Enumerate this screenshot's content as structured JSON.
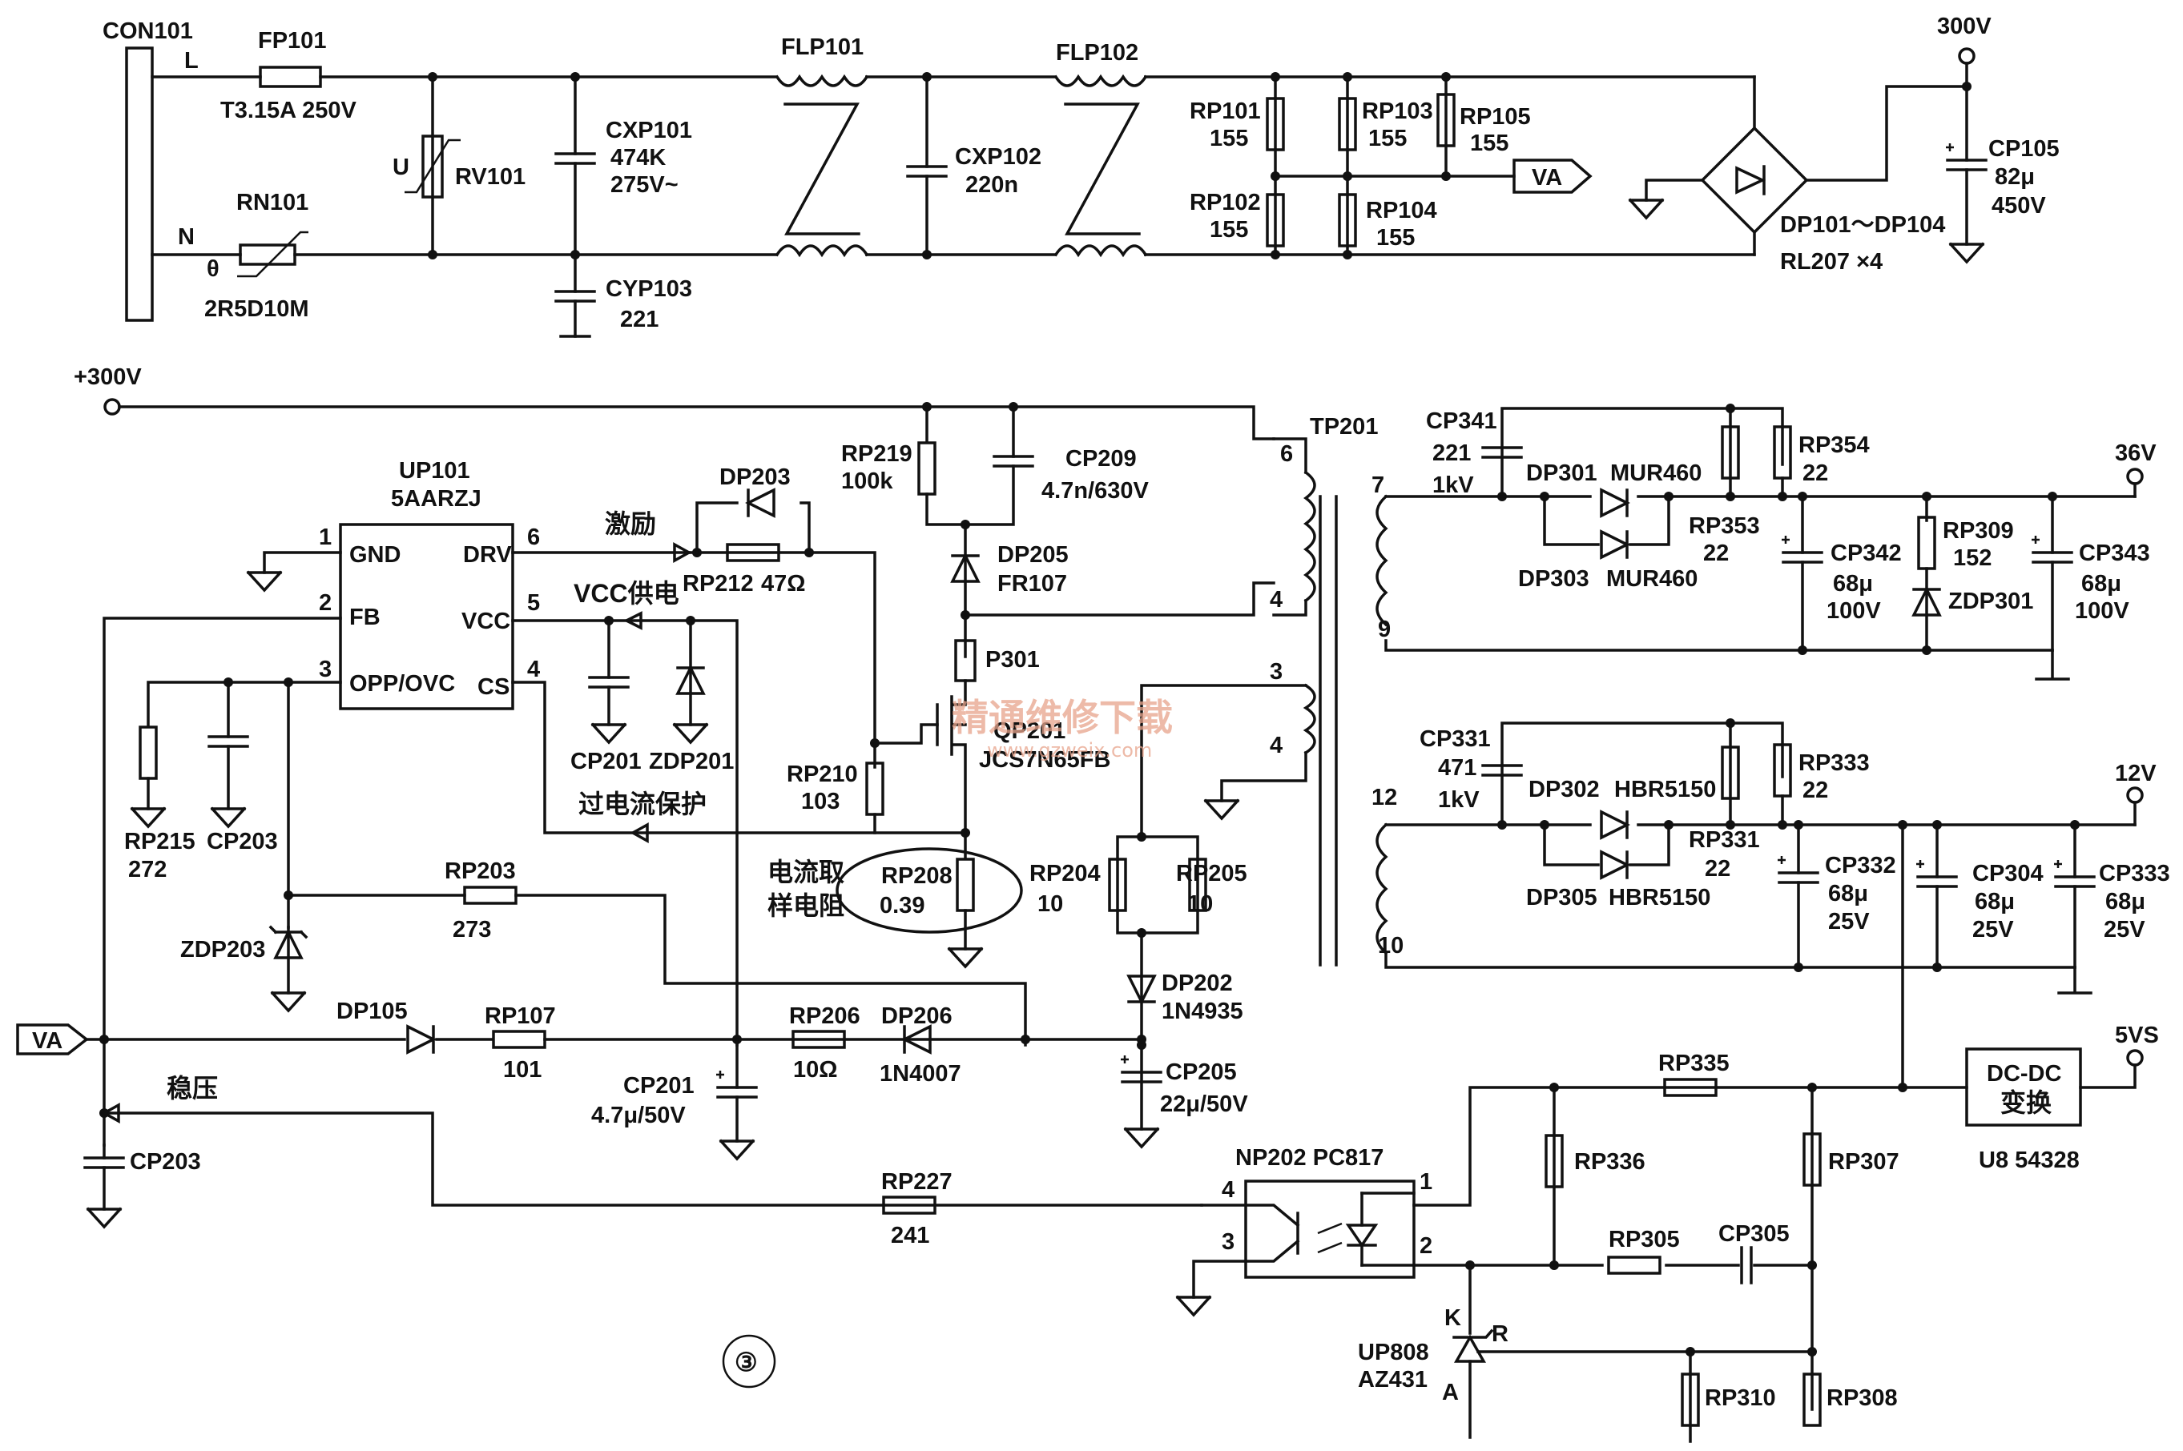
{
  "input": {
    "connector": "CON101",
    "line": "L",
    "neutral": "N",
    "fuse": "FP101",
    "fuse_rating": "T3.15A 250V",
    "ntc": "RN101",
    "ntc_symbol": "θ",
    "ntc_value": "2R5D10M",
    "varistor": "RV101",
    "varistor_symbol": "U",
    "cx1": "CXP101",
    "cx1_v1": "474K",
    "cx1_v2": "275V~",
    "cy": "CYP103",
    "cy_v": "221",
    "flp1": "FLP101",
    "flp2": "FLP102",
    "cx2": "CXP102",
    "cx2_v": "220n",
    "rp101": "RP101",
    "rp101_v": "155",
    "rp102": "RP102",
    "rp102_v": "155",
    "rp103": "RP103",
    "rp103_v": "155",
    "rp104": "RP104",
    "rp104_v": "155",
    "rp105": "RP105",
    "rp105_v": "155",
    "va": "VA",
    "bridge": "DP101～DP104",
    "bridge_v": "RL207 ×4",
    "hv": "300V",
    "cp105": "CP105",
    "cp105_v1": "82μ",
    "cp105_v2": "450V"
  },
  "primary": {
    "hv": "+300V",
    "ic": "UP101",
    "ic_type": "5AARZJ",
    "pins": {
      "p1": "1",
      "p2": "2",
      "p3": "3",
      "p4": "4",
      "p5": "5",
      "p6": "6"
    },
    "pin_names": {
      "gnd": "GND",
      "fb": "FB",
      "opp": "OPP/OVC",
      "drv": "DRV",
      "vcc": "VCC",
      "cs": "CS"
    },
    "drive": "激励",
    "vcc_supply": "VCC供电",
    "ocp": "过电流保护",
    "dp203": "DP203",
    "rp212": "RP212",
    "rp212_v": "47Ω",
    "rp219": "RP219",
    "rp219_v": "100k",
    "cp209": "CP209",
    "cp209_v": "4.7n/630V",
    "dp205": "DP205",
    "dp205_v": "FR107",
    "p301": "P301",
    "q": "QP201",
    "q_v": "JCS7N65FB",
    "rp210": "RP210",
    "rp210_v": "103",
    "cs_note1": "电流取",
    "cs_note2": "样电阻",
    "rp208": "RP208",
    "rp208_v": "0.39",
    "cp201": "CP201",
    "zdp201": "ZDP201",
    "rp215": "RP215",
    "rp215_v": "272",
    "cp203": "CP203",
    "zdp203": "ZDP203",
    "rp203": "RP203",
    "rp203_v": "273",
    "dp105": "DP105",
    "rp107": "RP107",
    "rp107_v": "101",
    "rp206": "RP206",
    "rp206_v": "10Ω",
    "dp206": "DP206",
    "dp206_v": "1N4007",
    "cp201b": "CP201",
    "cp201b_v": "4.7μ/50V",
    "cp205": "CP205",
    "cp205_v": "22μ/50V",
    "rp204": "RP204",
    "rp204_v": "10",
    "rp205": "RP205",
    "rp205_v": "10",
    "dp202": "DP202",
    "dp202_v": "1N4935",
    "reg": "稳压",
    "cp203b": "CP203",
    "rp227": "RP227",
    "rp227_v": "241",
    "marker": "③"
  },
  "transformer": {
    "name": "TP201",
    "pins": {
      "p6": "6",
      "p4a": "4",
      "p3": "3",
      "p4b": "4",
      "p7": "7",
      "p9": "9",
      "p12": "12",
      "p10": "10"
    }
  },
  "secondary36": {
    "cp341": "CP341",
    "cp341_v1": "221",
    "cp341_v2": "1kV",
    "dp301": "DP301",
    "dp301_v": "MUR460",
    "dp303": "DP303",
    "dp303_v": "MUR460",
    "rp353": "RP353",
    "rp353_v": "22",
    "rp354": "RP354",
    "rp354_v": "22",
    "cp342": "CP342",
    "cp342_v1": "68μ",
    "cp342_v2": "100V",
    "rp309": "RP309",
    "rp309_v": "152",
    "zdp301": "ZDP301",
    "cp343": "CP343",
    "cp343_v1": "68μ",
    "cp343_v2": "100V",
    "out": "36V"
  },
  "secondary12": {
    "cp331": "CP331",
    "cp331_v1": "471",
    "cp331_v2": "1kV",
    "dp302": "DP302",
    "dp302_v": "HBR5150",
    "dp305": "DP305",
    "dp305_v": "HBR5150",
    "rp331": "RP331",
    "rp331_v": "22",
    "rp333": "RP333",
    "rp333_v": "22",
    "cp332": "CP332",
    "cp332_v1": "68μ",
    "cp332_v2": "25V",
    "cp304": "CP304",
    "cp304_v1": "68μ",
    "cp304_v2": "25V",
    "cp333": "CP333",
    "cp333_v1": "68μ",
    "cp333_v2": "25V",
    "out": "12V"
  },
  "feedback": {
    "dcdc1": "DC-DC",
    "dcdc2": "变换",
    "u8": "U8 54328",
    "out": "5VS",
    "opto": "NP202 PC817",
    "rp335": "RP335",
    "rp336": "RP336",
    "rp307": "RP307",
    "rp305": "RP305",
    "cp305": "CP305",
    "tl": "UP808",
    "tl_v": "AZ431",
    "k": "K",
    "r": "R",
    "a": "A",
    "rp310": "RP310",
    "rp308": "RP308",
    "pins": {
      "p1": "1",
      "p2": "2",
      "p3": "3",
      "p4": "4"
    }
  },
  "watermark": {
    "cn": "精通维修下载",
    "url": "www.gzweix.com"
  }
}
